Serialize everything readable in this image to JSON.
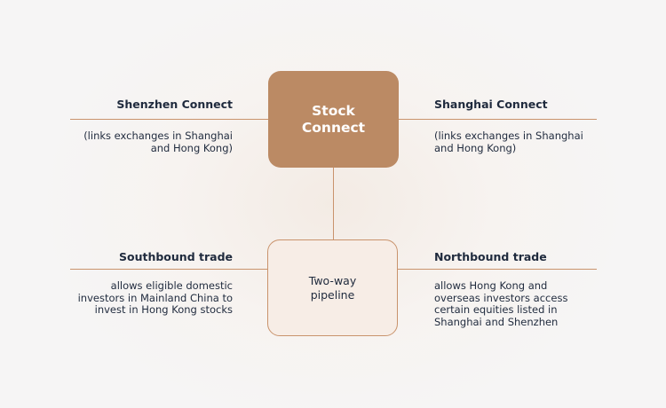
{
  "colors": {
    "accent": "#bb8a64",
    "accent_light": "#f7ede6",
    "connector": "#c9936c",
    "text": "#1f2a3d"
  },
  "center": {
    "primary": [
      "Stock",
      "Connect"
    ],
    "secondary": [
      "Two-way",
      "pipeline"
    ]
  },
  "left_top": {
    "title": "Shenzhen Connect",
    "description": [
      "(links exchanges in Shanghai",
      "and Hong Kong)"
    ]
  },
  "right_top": {
    "title": "Shanghai Connect",
    "description": [
      "(links exchanges in Shanghai",
      "and Hong Kong)"
    ]
  },
  "left_bottom": {
    "title": "Southbound trade",
    "description": [
      "allows eligible domestic",
      "investors in Mainland China to",
      "invest in Hong Kong stocks"
    ]
  },
  "right_bottom": {
    "title": "Northbound trade",
    "description": [
      "allows Hong Kong and",
      "overseas investors access",
      "certain equities listed in",
      "Shanghai and Shenzhen"
    ]
  }
}
